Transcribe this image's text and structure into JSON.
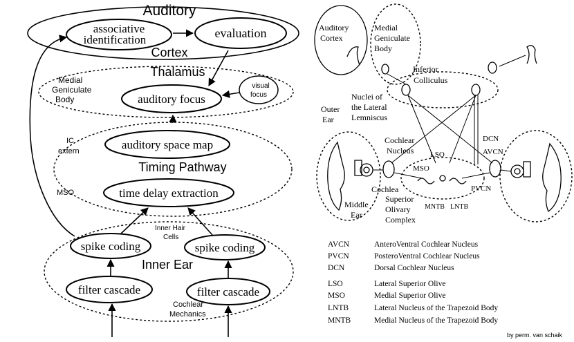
{
  "left_diagram": {
    "cortex_region_title": "Auditory",
    "cortex_region_subtitle": "Cortex",
    "associative_identification_l1": "associative",
    "associative_identification_l2": "identification",
    "evaluation": "evaluation",
    "thalamus_title": "Thalamus",
    "mgb_l1": "Medial",
    "mgb_l2": "Geniculate",
    "mgb_l3": "Body",
    "auditory_focus": "auditory focus",
    "visual_focus_l1": "visual",
    "visual_focus_l2": "focus",
    "ic_l1": "IC",
    "ic_l2": "extern",
    "auditory_space_map": "auditory space map",
    "timing_pathway": "Timing Pathway",
    "mso": "MSO",
    "time_delay_extraction": "time delay extraction",
    "inner_hair_l1": "Inner Hair",
    "inner_hair_l2": "Cells",
    "spike_coding_left": "spike coding",
    "spike_coding_right": "spike coding",
    "inner_ear": "Inner Ear",
    "filter_cascade_left": "filter cascade",
    "filter_cascade_right": "filter cascade",
    "cochlear_l1": "Cochlear",
    "cochlear_l2": "Mechanics"
  },
  "right_diagram": {
    "auditory_cortex_l1": "Auditory",
    "auditory_cortex_l2": "Cortex",
    "mgb_l1": "Medial",
    "mgb_l2": "Geniculate",
    "mgb_l3": "Body",
    "ic_l1": "Inferior",
    "ic_l2": "Colliculus",
    "nll_l1": "Nuclei of",
    "nll_l2": "the Lateral",
    "nll_l3": "Lemniscus",
    "outer_ear_l1": "Outer",
    "outer_ear_l2": "Ear",
    "cochlear_nucleus_l1": "Cochlear",
    "cochlear_nucleus_l2": "Nucleus",
    "cochlea": "Cochlea",
    "middle_ear_l1": "Middle",
    "middle_ear_l2": "Ear",
    "lso": "LSO",
    "mso": "MSO",
    "dcn": "DCN",
    "avcn": "AVCN",
    "pvcn": "PVCN",
    "mntb": "MNTB",
    "lntb": "LNTB",
    "soc_l1": "Superior",
    "soc_l2": "Olivary",
    "soc_l3": "Complex"
  },
  "legend": [
    {
      "abbr": "AVCN",
      "desc": "AnteroVentral Cochlear Nucleus"
    },
    {
      "abbr": "PVCN",
      "desc": "PosteroVentral Cochlear Nucleus"
    },
    {
      "abbr": "DCN",
      "desc": "Dorsal Cochlear Nucleus"
    },
    {
      "abbr": "LSO",
      "desc": "Lateral Superior Olive"
    },
    {
      "abbr": "MSO",
      "desc": "Medial Superior Olive"
    },
    {
      "abbr": "LNTB",
      "desc": "Lateral Nucleus of the Trapezoid Body"
    },
    {
      "abbr": "MNTB",
      "desc": "Medial Nucleus of the Trapezoid Body"
    }
  ],
  "credit": "by perm. van schaik"
}
